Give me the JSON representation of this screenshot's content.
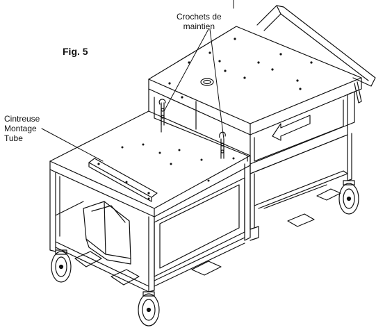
{
  "figure": {
    "title": "Fig. 5"
  },
  "labels": {
    "crochets_line1": "Crochets de",
    "crochets_line2": "maintien",
    "cintreuse_line1": "Cintreuse",
    "cintreuse_line2": "Montage",
    "cintreuse_line3": "Tube"
  },
  "colors": {
    "line": "#111111",
    "background": "#ffffff"
  }
}
